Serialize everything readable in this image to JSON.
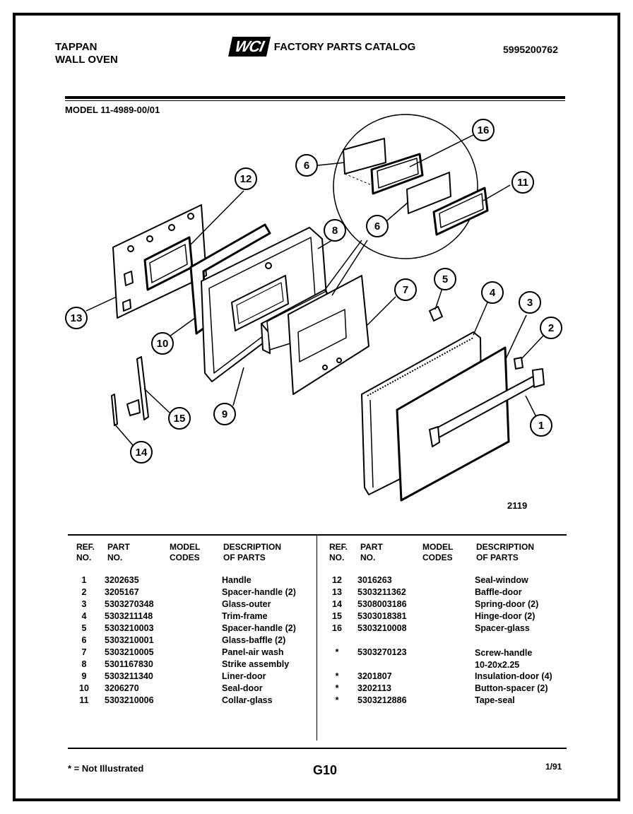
{
  "header": {
    "brand_line1": "TAPPAN",
    "brand_line2": "WALL OVEN",
    "logo": "WCI",
    "catalog_title": "FACTORY PARTS CATALOG",
    "catalog_number": "5995200762",
    "model": "MODEL 11-4989-00/01"
  },
  "diagram": {
    "figure_number": "2119",
    "callouts": [
      "1",
      "2",
      "3",
      "4",
      "5",
      "6",
      "6",
      "7",
      "8",
      "9",
      "10",
      "11",
      "12",
      "13",
      "14",
      "15",
      "16"
    ]
  },
  "table": {
    "headers": {
      "ref": "REF.\nNO.",
      "part": "PART\nNO.",
      "model": "MODEL\nCODES",
      "desc": "DESCRIPTION\nOF PARTS"
    },
    "left_rows": [
      {
        "ref": "1",
        "part": "3202635",
        "desc": "Handle"
      },
      {
        "ref": "2",
        "part": "3205167",
        "desc": "Spacer-handle (2)"
      },
      {
        "ref": "3",
        "part": "5303270348",
        "desc": "Glass-outer"
      },
      {
        "ref": "4",
        "part": "5303211148",
        "desc": "Trim-frame"
      },
      {
        "ref": "5",
        "part": "5303210003",
        "desc": "Spacer-handle (2)"
      },
      {
        "ref": "6",
        "part": "5303210001",
        "desc": "Glass-baffle (2)"
      },
      {
        "ref": "7",
        "part": "5303210005",
        "desc": "Panel-air wash"
      },
      {
        "ref": "8",
        "part": "5301167830",
        "desc": "Strike assembly"
      },
      {
        "ref": "9",
        "part": "5303211340",
        "desc": "Liner-door"
      },
      {
        "ref": "10",
        "part": "3206270",
        "desc": "Seal-door"
      },
      {
        "ref": "11",
        "part": "5303210006",
        "desc": "Collar-glass"
      }
    ],
    "right_rows": [
      {
        "ref": "12",
        "part": "3016263",
        "desc": "Seal-window"
      },
      {
        "ref": "13",
        "part": "5303211362",
        "desc": "Baffle-door"
      },
      {
        "ref": "14",
        "part": "5308003186",
        "desc": "Spring-door (2)"
      },
      {
        "ref": "15",
        "part": "5303018381",
        "desc": "Hinge-door (2)"
      },
      {
        "ref": "16",
        "part": "5303210008",
        "desc": "Spacer-glass"
      },
      {
        "ref": "",
        "part": "",
        "desc": ""
      },
      {
        "ref": "*",
        "part": "5303270123",
        "desc": "Screw-handle\n10-20x2.25"
      },
      {
        "ref": "*",
        "part": "3201807",
        "desc": "Insulation-door (4)"
      },
      {
        "ref": "*",
        "part": "3202113",
        "desc": "Button-spacer (2)"
      },
      {
        "ref": "*",
        "part": "5303212886",
        "desc": "Tape-seal"
      }
    ]
  },
  "footer": {
    "note": "* = Not Illustrated",
    "page_id": "G10",
    "date": "1/91"
  }
}
